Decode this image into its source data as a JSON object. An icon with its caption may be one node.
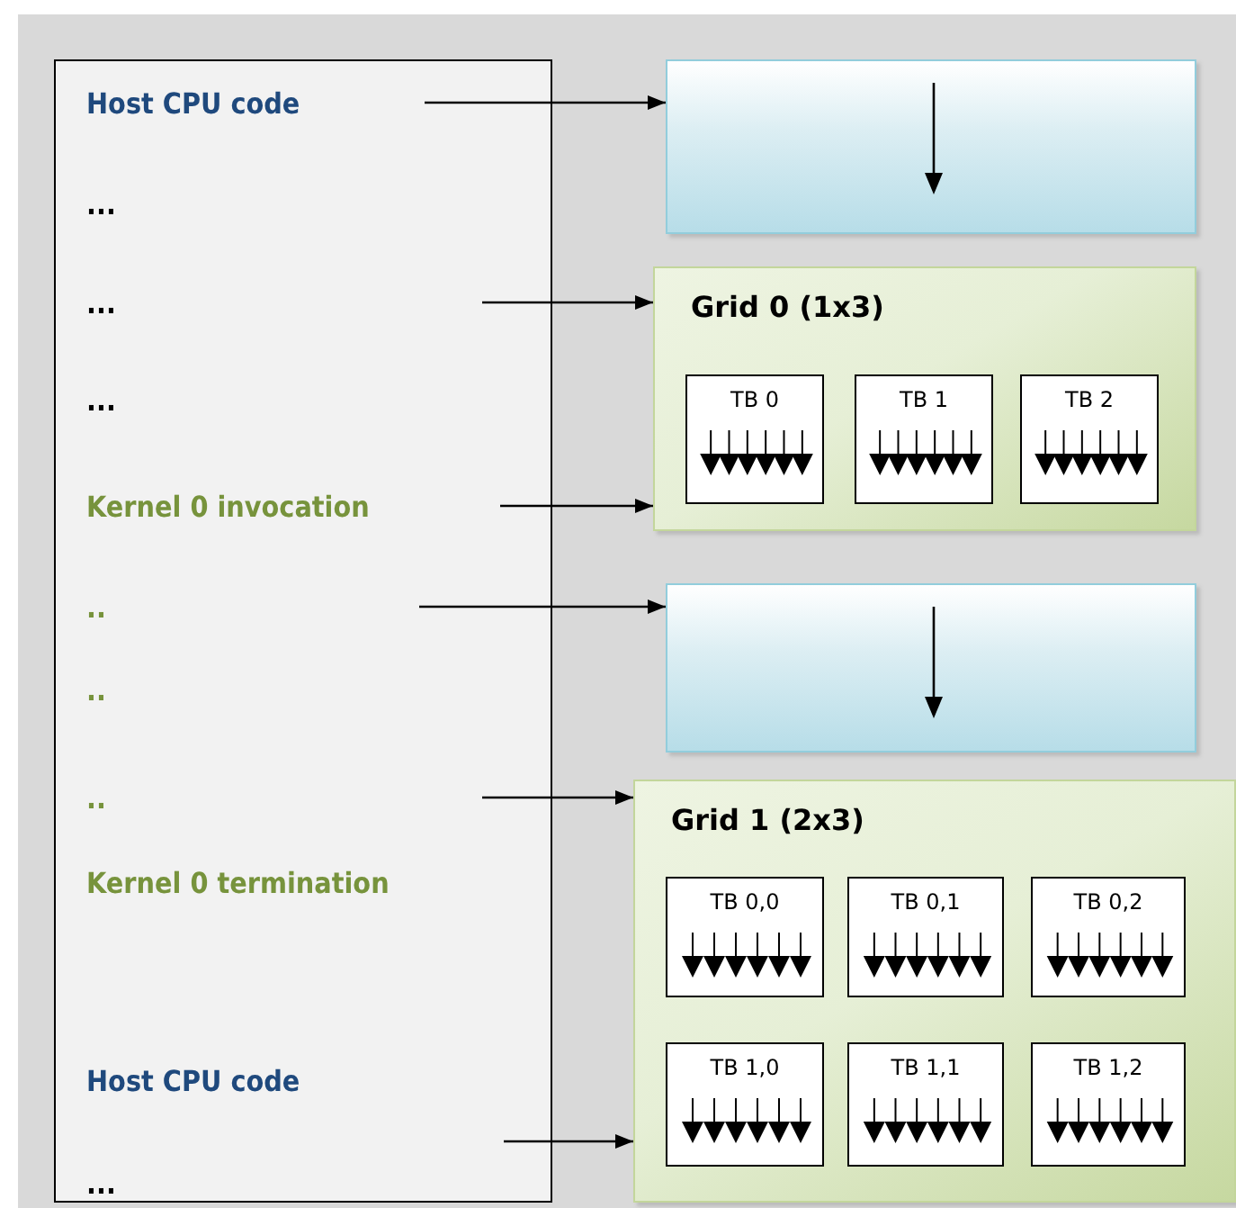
{
  "diagram": {
    "nodes": [
      {
        "text": [],
        "shape": "box"
      },
      {
        "text": [
          "Host CPU code"
        ],
        "in": 0
      },
      {
        "text": [
          "..."
        ],
        "in": 0
      },
      {
        "text": [
          "..."
        ],
        "in": 0
      },
      {
        "text": [
          "..."
        ],
        "in": 0
      },
      {
        "text": [
          "Kernel 0 invocation"
        ],
        "in": 0
      },
      {
        "text": [
          ".."
        ],
        "in": 0
      },
      {
        "text": [
          ".."
        ],
        "in": 0
      },
      {
        "text": [
          ".."
        ],
        "in": 0
      },
      {
        "text": [
          "Kernel 0 termination"
        ],
        "in": 0
      },
      {
        "text": [
          "Host CPU code"
        ],
        "in": 0
      },
      {
        "text": [
          "..."
        ],
        "in": 0
      },
      {
        "text": [],
        "shape": "box"
      },
      {
        "text": [
          "Grid 0 (1x3)"
        ]
      },
      {
        "text": [
          "TB 0"
        ],
        "in": 13
      },
      {
        "text": [
          "TB 1"
        ],
        "in": 13
      },
      {
        "text": [
          "TB 2"
        ],
        "in": 13
      },
      {
        "text": [],
        "shape": "box"
      },
      {
        "text": [
          "Grid 1 (2x3)"
        ]
      },
      {
        "text": [
          "TB 0,0"
        ],
        "in": 18
      },
      {
        "text": [
          "TB 0,1"
        ],
        "in": 18
      },
      {
        "text": [
          "TB 0,2"
        ],
        "in": 18
      },
      {
        "text": [
          "TB 1,0"
        ],
        "in": 18
      },
      {
        "text": [
          "TB 1,1"
        ],
        "in": 18
      },
      {
        "text": [
          "TB 1,2"
        ],
        "in": 18
      }
    ],
    "edges": [
      {
        "from": 1,
        "to": 12,
        "arrow": "to"
      },
      {
        "from": null,
        "to": 13,
        "arrow": "to"
      },
      {
        "from": null,
        "to": 13,
        "arrow": "to"
      },
      {
        "from": null,
        "to": 17,
        "arrow": "to"
      },
      {
        "from": null,
        "to": 18,
        "arrow": "to"
      },
      {
        "from": null,
        "to": 18,
        "arrow": "to"
      }
    ]
  }
}
